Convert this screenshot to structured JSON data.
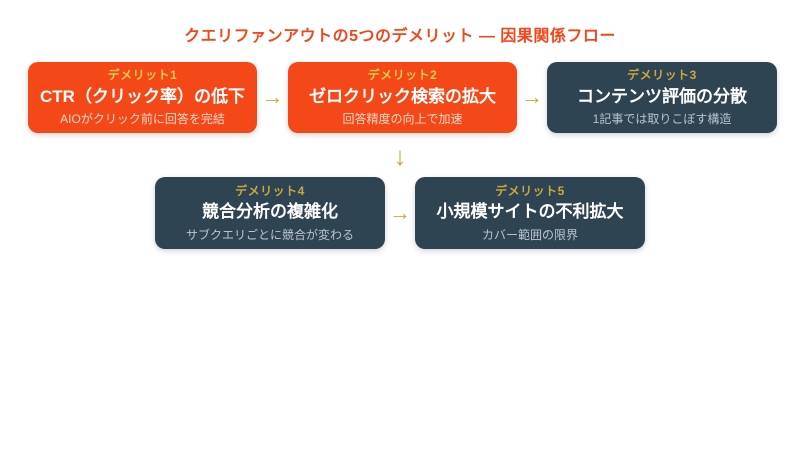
{
  "title": "クエリファンアウトの5つのデメリット — 因果関係フロー",
  "nodes": [
    {
      "label": "デメリット1",
      "title": "CTR（クリック率）の低下",
      "subtitle": "AIOがクリック前に回答を完結",
      "variant": "orange"
    },
    {
      "label": "デメリット2",
      "title": "ゼロクリック検索の拡大",
      "subtitle": "回答精度の向上で加速",
      "variant": "orange"
    },
    {
      "label": "デメリット3",
      "title": "コンテンツ評価の分散",
      "subtitle": "1記事では取りこぼす構造",
      "variant": "dark"
    },
    {
      "label": "デメリット4",
      "title": "競合分析の複雑化",
      "subtitle": "サブクエリごとに競合が変わる",
      "variant": "dark"
    },
    {
      "label": "デメリット5",
      "title": "小規模サイトの不利拡大",
      "subtitle": "カバー範囲の限界",
      "variant": "dark"
    }
  ],
  "glyphs": {
    "arrow_right": "→",
    "arrow_down": "↓"
  },
  "colors": {
    "background": "#FFFFFF",
    "title_text": "#F4461A",
    "node_orange_bg": "#F44818",
    "node_dark_bg": "#2E4453",
    "label_gold_on_orange": "#E9CC4E",
    "label_gold_on_dark": "#CBA83E",
    "node_title_text": "#FFFFFF",
    "subtitle_on_orange": "#FAD9C6",
    "subtitle_on_dark": "#B9C4CC",
    "arrow_gold": "#CCA936"
  }
}
